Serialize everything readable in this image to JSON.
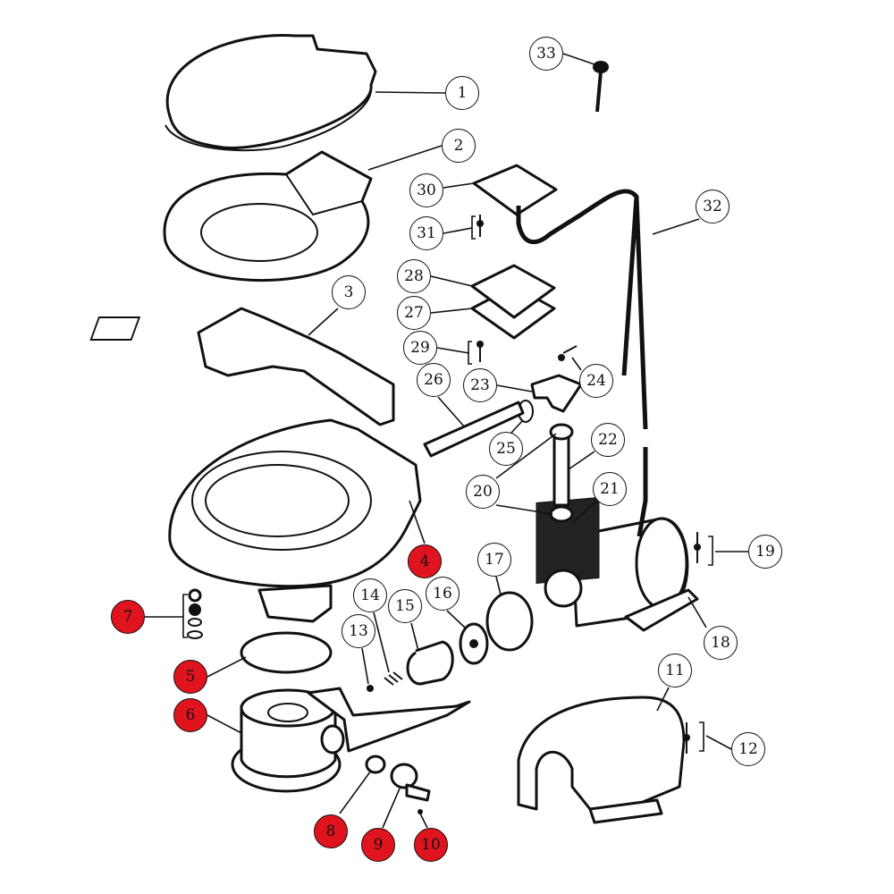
{
  "diagram": {
    "type": "exploded-parts-diagram",
    "highlight_color": "#e0141e",
    "callouts": [
      {
        "label": "1",
        "highlighted": false
      },
      {
        "label": "2",
        "highlighted": false
      },
      {
        "label": "3",
        "highlighted": false
      },
      {
        "label": "4",
        "highlighted": true
      },
      {
        "label": "5",
        "highlighted": true
      },
      {
        "label": "6",
        "highlighted": true
      },
      {
        "label": "7",
        "highlighted": true
      },
      {
        "label": "8",
        "highlighted": true
      },
      {
        "label": "9",
        "highlighted": true
      },
      {
        "label": "10",
        "highlighted": true
      },
      {
        "label": "11",
        "highlighted": false
      },
      {
        "label": "12",
        "highlighted": false
      },
      {
        "label": "13",
        "highlighted": false
      },
      {
        "label": "14",
        "highlighted": false
      },
      {
        "label": "15",
        "highlighted": false
      },
      {
        "label": "16",
        "highlighted": false
      },
      {
        "label": "17",
        "highlighted": false
      },
      {
        "label": "18",
        "highlighted": false
      },
      {
        "label": "19",
        "highlighted": false
      },
      {
        "label": "20",
        "highlighted": false
      },
      {
        "label": "21",
        "highlighted": false
      },
      {
        "label": "22",
        "highlighted": false
      },
      {
        "label": "23",
        "highlighted": false
      },
      {
        "label": "24",
        "highlighted": false
      },
      {
        "label": "25",
        "highlighted": false
      },
      {
        "label": "26",
        "highlighted": false
      },
      {
        "label": "27",
        "highlighted": false
      },
      {
        "label": "28",
        "highlighted": false
      },
      {
        "label": "29",
        "highlighted": false
      },
      {
        "label": "30",
        "highlighted": false
      },
      {
        "label": "31",
        "highlighted": false
      },
      {
        "label": "32",
        "highlighted": false
      },
      {
        "label": "33",
        "highlighted": false
      }
    ]
  }
}
